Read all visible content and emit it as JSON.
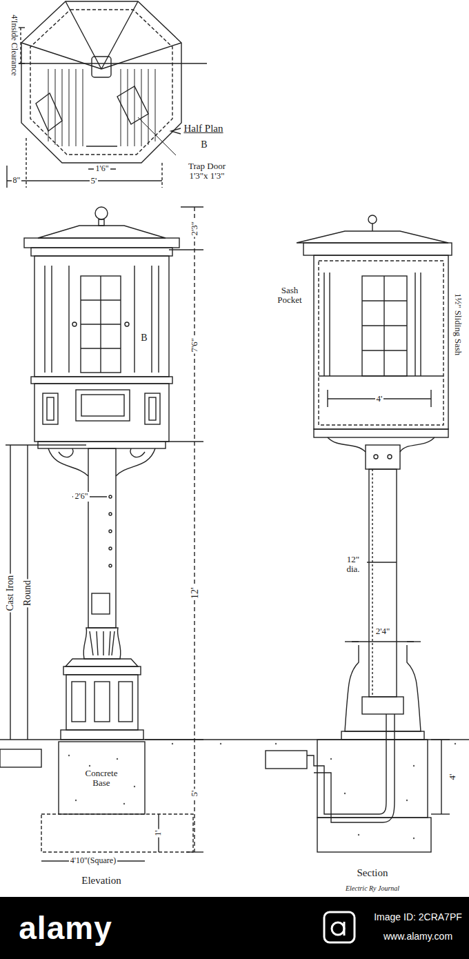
{
  "diagram": {
    "labels": [
      "4'Inside Clearance",
      "Half Plan",
      "B",
      "Trap Door 1'3\"x 1'3\"",
      "1'6\"",
      "8\"",
      "5'",
      "2'3\"",
      "7'6\"",
      "B",
      "2'6\"",
      "Cast Iron",
      "Round",
      "12'",
      "Concrete Base",
      "5'",
      "1'",
      "4'10\"(Square)",
      "Elevation",
      "Sash Pocket",
      "4'",
      "1½\" Sliding Sash",
      "12\" dia.",
      "2'4\"",
      "4'",
      "Section",
      "Electric Ry Journal",
      "alamy",
      "Image ID: 2CRA7PF",
      "www.alamy.com"
    ]
  }
}
